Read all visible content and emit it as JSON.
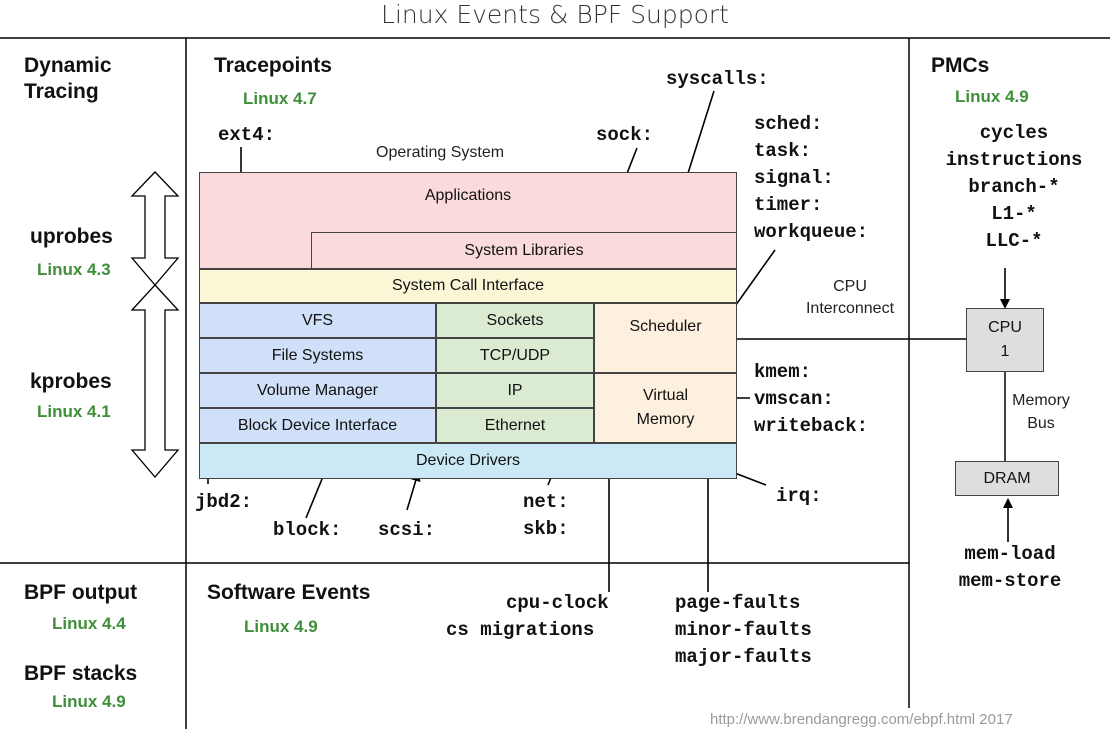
{
  "title": "Linux Events & BPF Support",
  "dynamic": {
    "header": "Dynamic\nTracing",
    "uprobes": "uprobes",
    "uprobes_ver": "Linux 4.3",
    "kprobes": "kprobes",
    "kprobes_ver": "Linux 4.1"
  },
  "tracepoints": {
    "header": "Tracepoints",
    "version": "Linux 4.7"
  },
  "pmcs": {
    "header": "PMCs",
    "version": "Linux 4.9",
    "events": "cycles\ninstructions\nbranch-*\nL1-*\nLLC-*"
  },
  "bpf": {
    "output": "BPF output",
    "output_ver": "Linux 4.4",
    "stacks": "BPF stacks",
    "stacks_ver": "Linux 4.9"
  },
  "software": {
    "header": "Software Events",
    "version": "Linux 4.9"
  },
  "os_label": "Operating System",
  "layers": {
    "applications": "Applications",
    "system_libraries": "System Libraries",
    "syscall_interface": "System Call Interface",
    "vfs": "VFS",
    "file_systems": "File Systems",
    "volume_manager": "Volume Manager",
    "block_device": "Block Device Interface",
    "sockets": "Sockets",
    "tcp_udp": "TCP/UDP",
    "ip": "IP",
    "ethernet": "Ethernet",
    "scheduler": "Scheduler",
    "virtual_memory": "Virtual\nMemory",
    "device_drivers": "Device Drivers"
  },
  "hardware": {
    "cpu_interconnect": "CPU\nInterconnect",
    "cpu": "CPU\n1",
    "memory_bus": "Memory\nBus",
    "dram": "DRAM"
  },
  "probes": {
    "ext4": "ext4:",
    "sock": "sock:",
    "syscalls": "syscalls:",
    "sched_group": "sched:\ntask:\nsignal:\ntimer:\nworkqueue:",
    "kmem_group": "kmem:\nvmscan:\nwriteback:",
    "irq": "irq:",
    "jbd2": "jbd2:",
    "block": "block:",
    "scsi": "scsi:",
    "net_group": "net:\nskb:",
    "cpu_clock": "cpu-clock",
    "cs_migrations": "cs migrations",
    "faults": "page-faults\nminor-faults\nmajor-faults",
    "mem": "mem-load\nmem-store"
  },
  "url": "http://www.brendangregg.com/ebpf.html 2017",
  "colors": {
    "applications": "#fadada",
    "syscall": "#fbf6d6",
    "blue": "#cfe0f8",
    "green": "#dbebd2",
    "orange": "#fdf0de",
    "drivers": "#cbe8f6",
    "hw": "#dedede",
    "version": "#3f8f3a"
  }
}
